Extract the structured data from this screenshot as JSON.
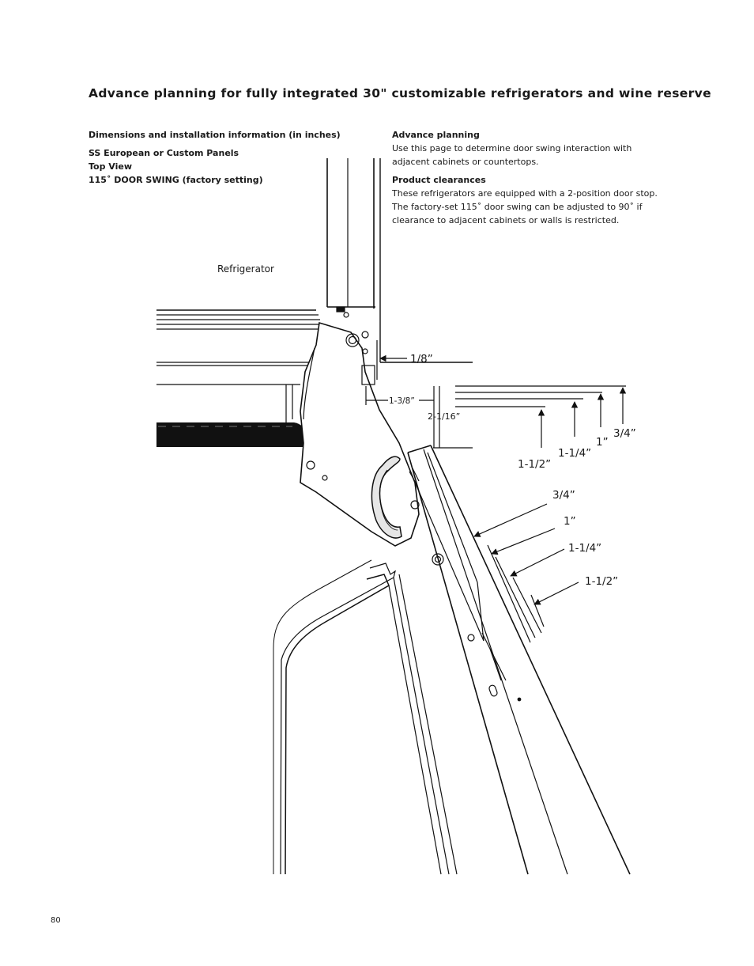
{
  "title": "Advance planning for fully integrated 30\" customizable refrigerators and wine reserve",
  "left": {
    "heading": "Dimensions and installation information (in inches)",
    "line1": "SS European or Custom Panels",
    "line2": "Top View",
    "line3": "115˚ DOOR SWING (factory setting)"
  },
  "right": {
    "advance_heading": "Advance planning",
    "advance_text": "Use this page to determine door swing interaction with adjacent cabinets or countertops.",
    "clearance_heading": "Product clearances",
    "clearance_text": "These refrigerators are equipped with a 2-position door stop. The factory-set 115˚ door swing can be adjusted to 90˚ if clearance to adjacent cabinets or walls is restricted."
  },
  "diagram": {
    "refrigerator_label": "Refrigerator",
    "dim_1_8": "1/8”",
    "dim_1_3_8": "1-3/8”",
    "dim_2_1_16": "2-1/16”",
    "side_dims": [
      "1-1/2”",
      "1-1/4”",
      "1”",
      "3/4”"
    ],
    "diag_dims": [
      "3/4”",
      "1”",
      "1-1/4”",
      "1-1/2”"
    ]
  },
  "page_number": "80"
}
